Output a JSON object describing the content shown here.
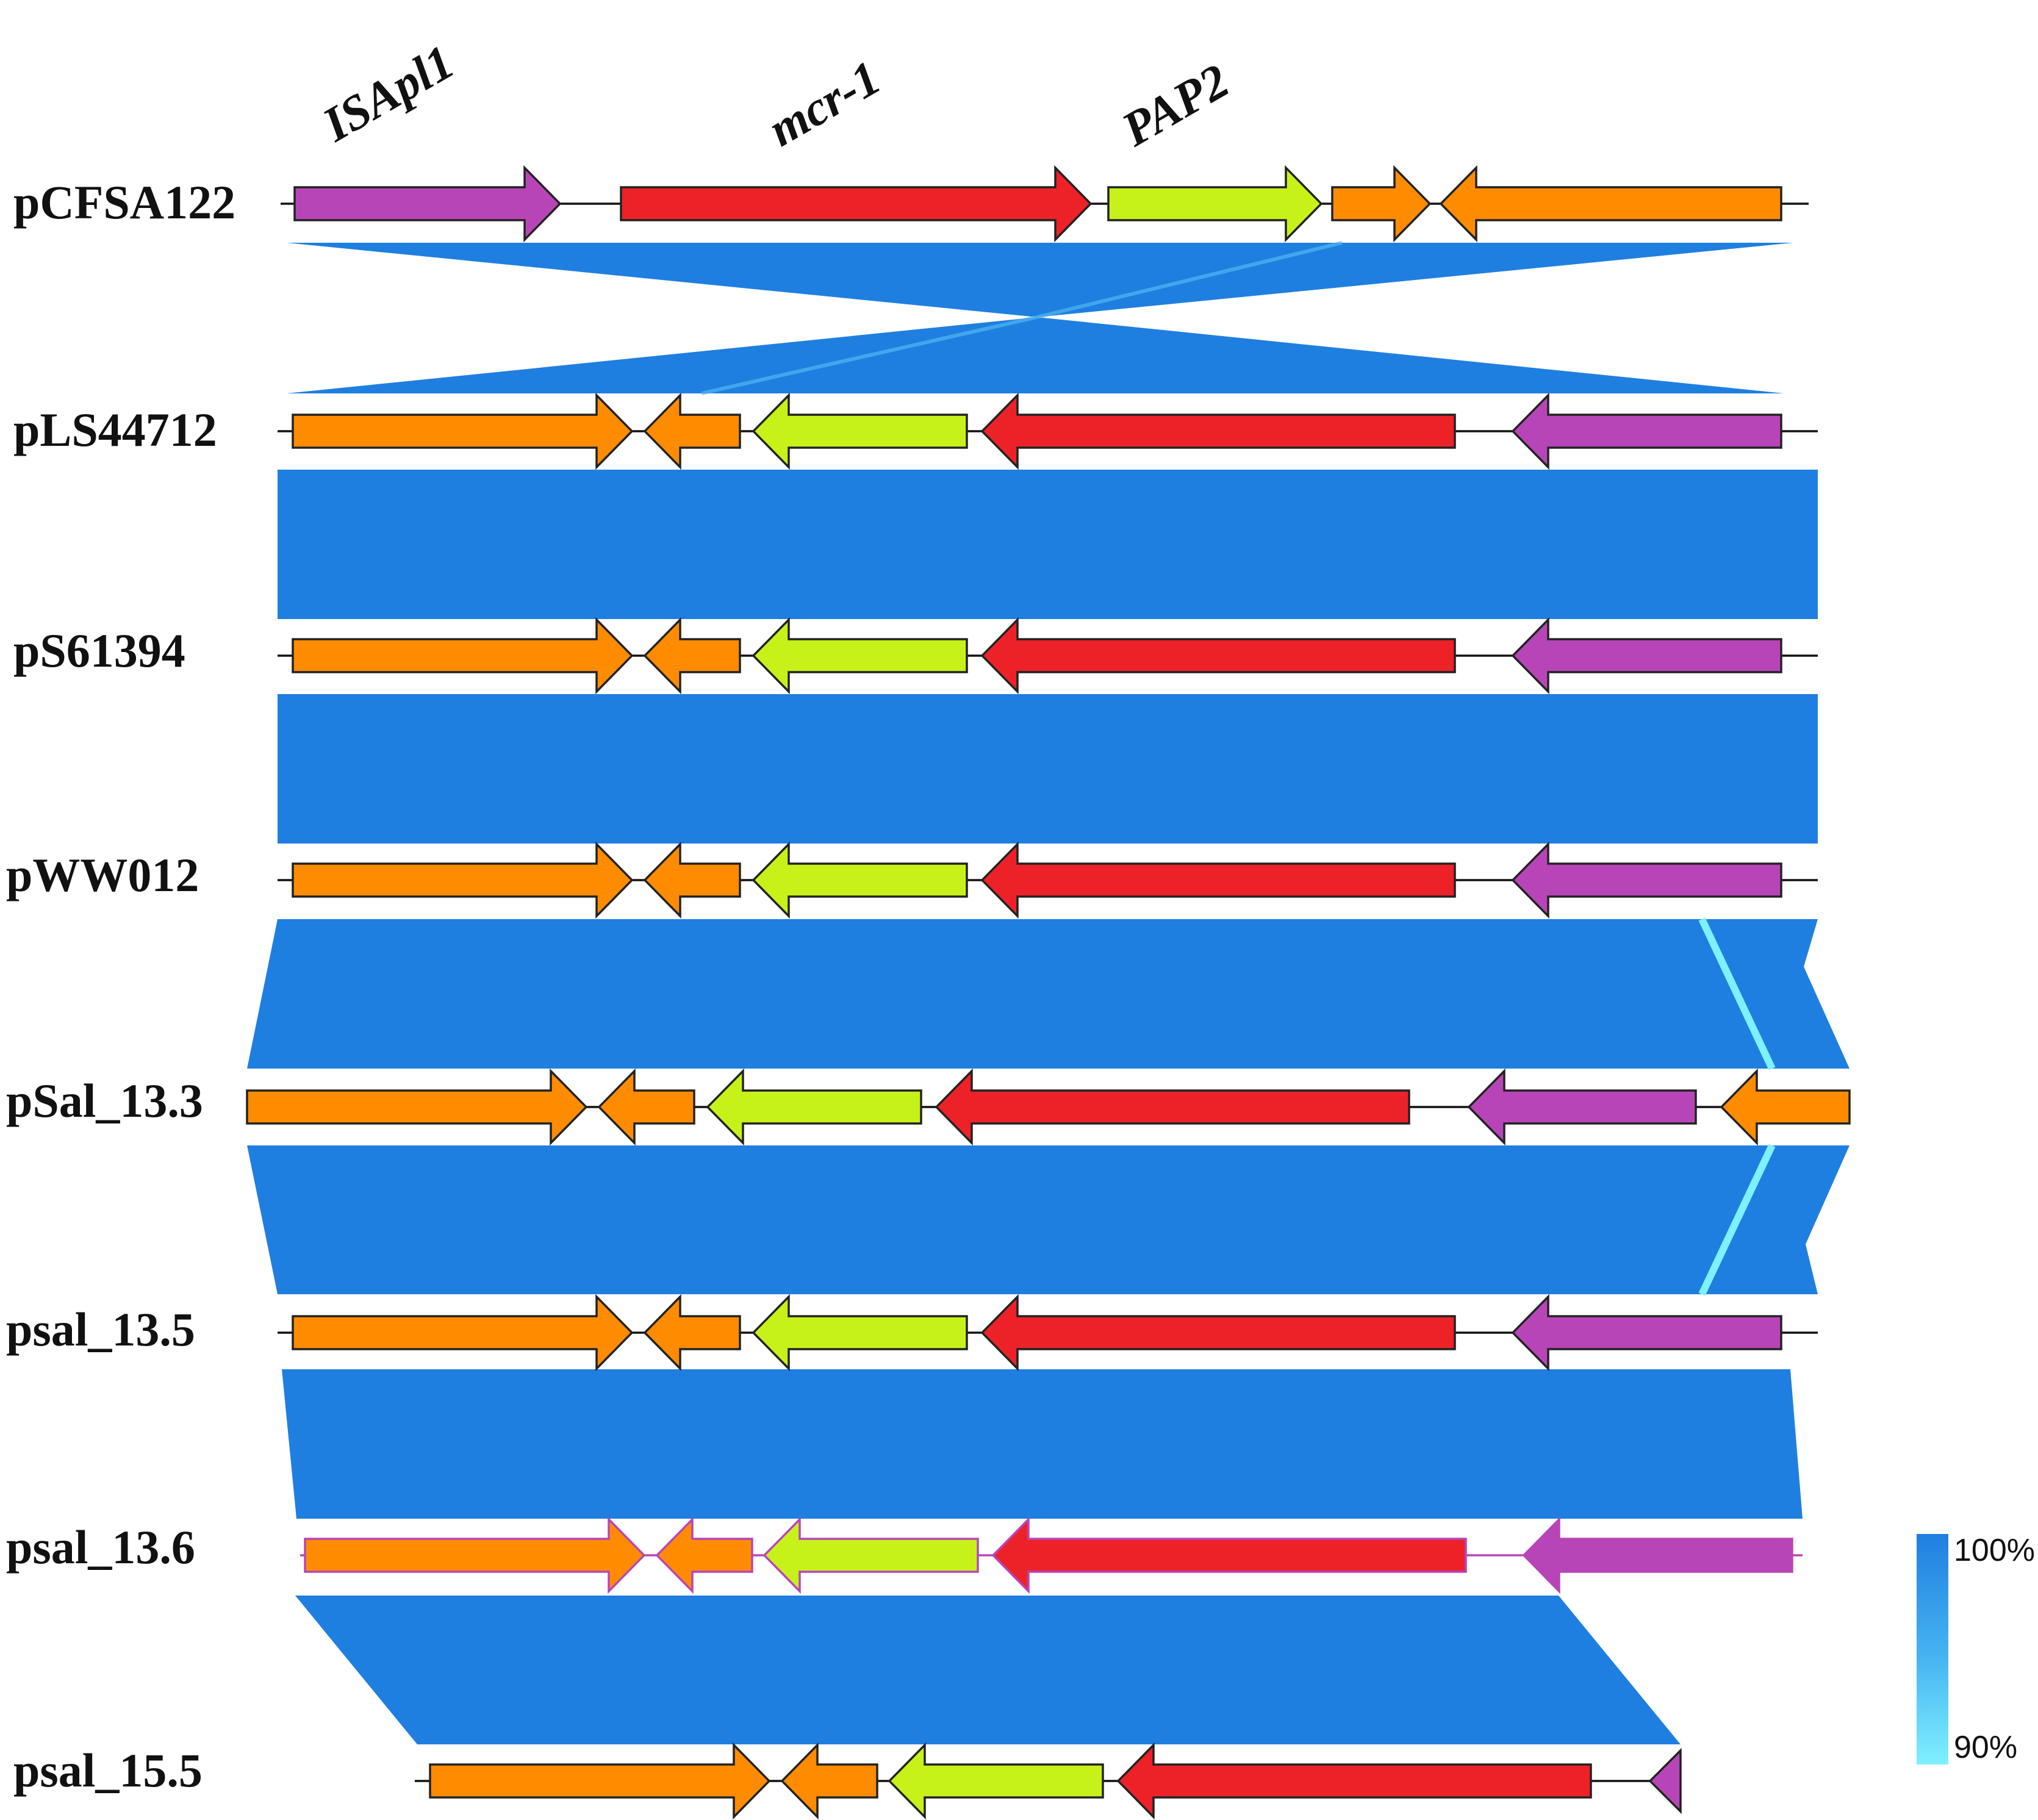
{
  "gene_labels": {
    "isapl1": "ISApl1",
    "mcr1": "mcr-1",
    "pap2": "PAP2"
  },
  "tracks": [
    {
      "label": "pCFSA122"
    },
    {
      "label": "pLS44712"
    },
    {
      "label": "pS61394"
    },
    {
      "label": "pWW012"
    },
    {
      "label": "pSal_13.3"
    },
    {
      "label": "psal_13.5"
    },
    {
      "label": "psal_13.6"
    },
    {
      "label": "psal_15.5"
    }
  ],
  "legend": {
    "max_label": "100%",
    "min_label": "90%"
  },
  "colors": {
    "isapl1": "#b845b8",
    "mcr1": "#ec2228",
    "pap2": "#c6f21a",
    "other": "#ff8c00",
    "identity_high": "#1f7fe0",
    "identity_low": "#7ff0ff"
  }
}
